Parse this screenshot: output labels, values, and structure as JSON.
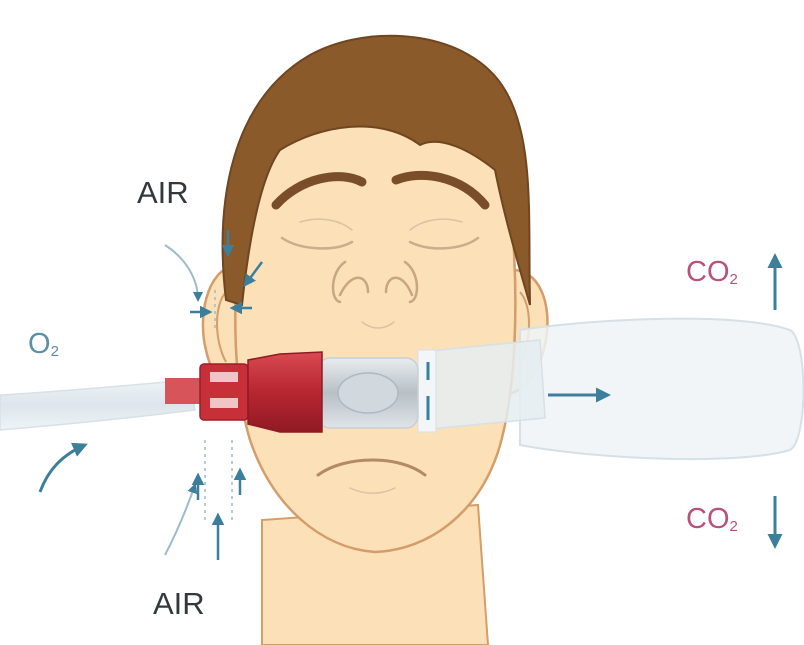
{
  "labels": {
    "air_top": "AIR",
    "air_bottom": "AIR",
    "o2": {
      "main": "O",
      "sub": "2"
    },
    "co2_top": {
      "main": "CO",
      "sub": "2"
    },
    "co2_bottom": {
      "main": "CO",
      "sub": "2"
    }
  },
  "colors": {
    "skin": "#fbe0b8",
    "skin_outline": "#d49d6a",
    "hair": "#8a5a2b",
    "arrow": "#3b7f9c",
    "mask_red": "#c4323c",
    "co2_text": "#b8527a",
    "o2_text": "#5b8fa6",
    "air_text": "#33383c"
  },
  "icons": {
    "air_flow_arrows": "curved-arrow-icon",
    "exhale_arrow": "arrow-right-icon",
    "co2_up_arrow": "arrow-up-icon",
    "co2_down_arrow": "arrow-down-icon"
  }
}
